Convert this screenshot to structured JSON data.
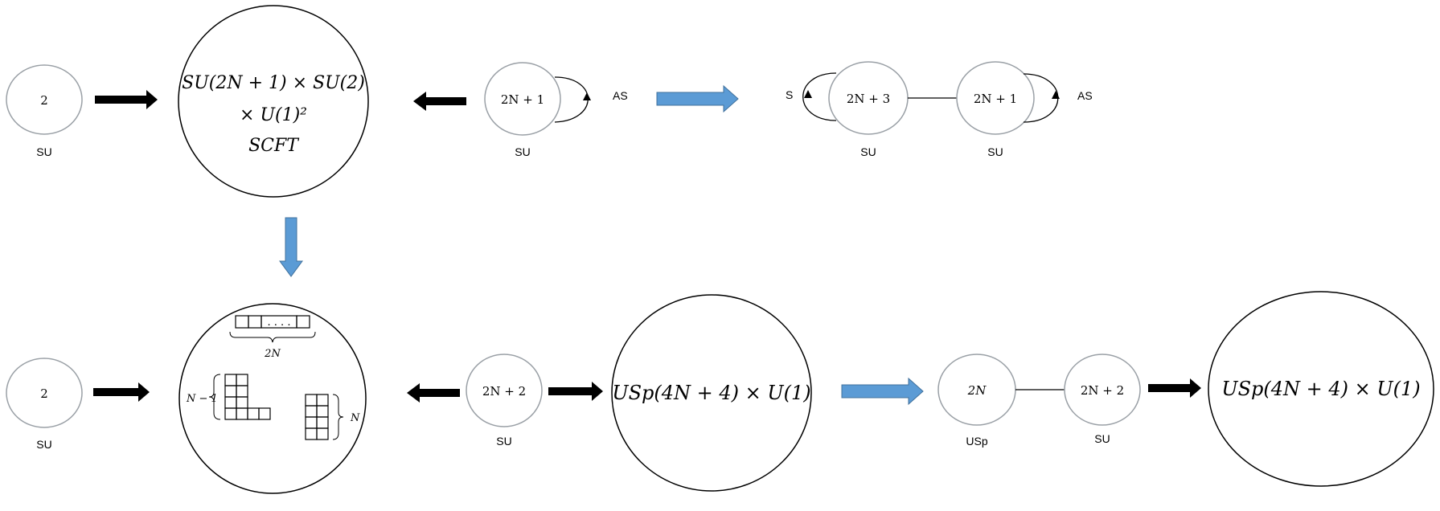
{
  "top_row": {
    "node_su2": {
      "value": "2",
      "group": "SU"
    },
    "scft": {
      "line1": "SU(2N + 1) × SU(2)",
      "line2": "× U(1)²",
      "line3": "SCFT"
    },
    "node_su2n1": {
      "value": "2N + 1",
      "group": "SU",
      "loop_label": "AS"
    },
    "quiver": {
      "left": {
        "value": "2N + 3",
        "group": "SU",
        "loop_label": "S"
      },
      "right": {
        "value": "2N + 1",
        "group": "SU",
        "loop_label": "AS"
      }
    }
  },
  "bottom_row": {
    "node_su2": {
      "value": "2",
      "group": "SU"
    },
    "tableau": {
      "top_label": "2N",
      "left_label": "N − 1",
      "right_label": "N",
      "dots": ". . . ."
    },
    "node_su2n2": {
      "value": "2N + 2",
      "group": "SU"
    },
    "usp1": {
      "text": "USp(4N + 4) × U(1)"
    },
    "quiver": {
      "left": {
        "value": "2N",
        "group": "USp"
      },
      "right": {
        "value": "2N + 2",
        "group": "SU"
      }
    },
    "usp2": {
      "text": "USp(4N + 4) × U(1)"
    }
  },
  "colors": {
    "black_arrow": "#000000",
    "blue_arrow": "#5b9bd5",
    "blue_arrow_stroke": "#41719c",
    "node_stroke": "#9aa0a6"
  }
}
